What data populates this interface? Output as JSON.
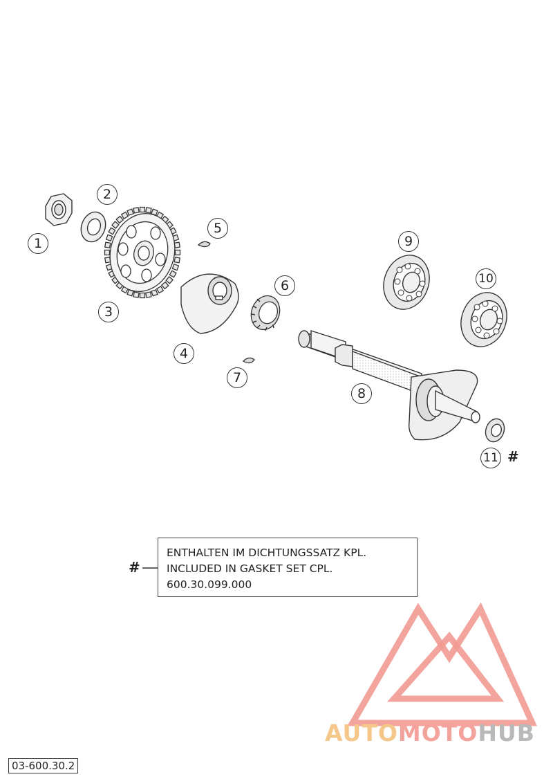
{
  "callouts": [
    {
      "id": "1",
      "label": "1"
    },
    {
      "id": "2",
      "label": "2"
    },
    {
      "id": "3",
      "label": "3"
    },
    {
      "id": "4",
      "label": "4"
    },
    {
      "id": "5",
      "label": "5"
    },
    {
      "id": "6",
      "label": "6"
    },
    {
      "id": "7",
      "label": "7"
    },
    {
      "id": "8",
      "label": "8"
    },
    {
      "id": "9",
      "label": "9"
    },
    {
      "id": "10",
      "label": "10"
    },
    {
      "id": "11",
      "label": "11"
    }
  ],
  "marker": "#",
  "note": {
    "line1": "ENTHALTEN IM DICHTUNGSSATZ KPL.",
    "line2": "INCLUDED IN GASKET SET CPL.",
    "line3": "600.30.099.000"
  },
  "reference_code": "03-600.30.2",
  "watermark": {
    "word1": "AUTO",
    "word2": "MOTO",
    "word3": "HUB",
    "colors": {
      "auto": "#f5c78a",
      "moto": "#f3a39c",
      "hub": "#b9b9b9",
      "triangle": "#f19a92"
    }
  }
}
